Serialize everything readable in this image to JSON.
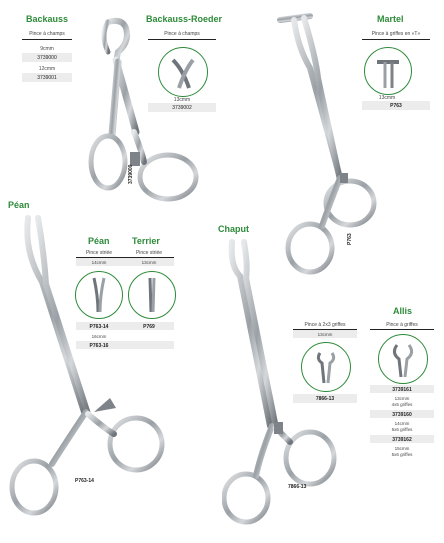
{
  "backauss": {
    "title": "Backauss",
    "subtitle": "Pince à champs",
    "rows": [
      {
        "size": "9cmm",
        "ref": "3739000"
      },
      {
        "size": "12cmm",
        "ref": "3739001"
      }
    ],
    "tool_ref": "3739000"
  },
  "backauss_roeder": {
    "title": "Backauss-Roeder",
    "subtitle": "Pince à champs",
    "size": "13cmm",
    "ref": "3739002"
  },
  "martel": {
    "title": "Martel",
    "subtitle": "Pince à griffes en «T»",
    "size": "13cmm",
    "ref": "P763",
    "tool_ref": "P763"
  },
  "pean_main": {
    "title": "Péan",
    "tool_ref": "P763-14"
  },
  "pean": {
    "title": "Péan",
    "subtitle": "Pince striée",
    "size": "14cmm",
    "ref": "P763-14",
    "size2": "16cmm",
    "ref2": "P763-16"
  },
  "terrier": {
    "title": "Terrier",
    "subtitle": "Pince striée",
    "size": "13cmm",
    "ref": "P769"
  },
  "chaput": {
    "title": "Chaput",
    "subtitle": "Pince à 2x3 griffes",
    "size": "13cmm",
    "ref": "7866-13",
    "tool_ref": "7866-13"
  },
  "allis": {
    "title": "Allis",
    "subtitle": "Pince à griffes",
    "rows": [
      {
        "ref": "3739161",
        "size": "13cmm",
        "note": "4x5 griffes"
      },
      {
        "ref": "3739160",
        "size": "14cmm",
        "note": "5x6 griffes"
      },
      {
        "ref": "3739162",
        "size": "15cmm",
        "note": "5x6 griffes"
      }
    ]
  },
  "colors": {
    "accent": "#2e8b3a",
    "steel": "#8a8f94",
    "band": "#ececec"
  }
}
